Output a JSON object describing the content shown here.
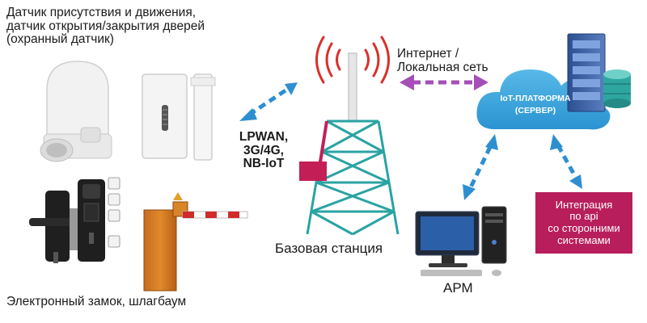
{
  "sensors": {
    "caption": "Датчик присутствия и движения,\nдатчик открытия/закрытия дверей\n(охранный датчик)"
  },
  "devices": {
    "caption": "Электронный замок, шлагбаум"
  },
  "links": {
    "radio": "LPWAN,\n3G/4G,\nNB-IoT",
    "network": "Интернет /\nЛокальная сеть"
  },
  "station": {
    "label": "Базовая станция"
  },
  "platform": {
    "label": "IoT-ПЛАТФОРМА\n(СЕРВЕР)"
  },
  "workstation": {
    "label": "АРМ"
  },
  "integration": {
    "label": "Интеграция\nпо api\nсо сторонними\nсистемами"
  },
  "colors": {
    "arrow": "#2d8fd0",
    "arrow_purple": "#a64eb8",
    "tower": "#2aa3a3",
    "accent": "#c41e56",
    "cloud": "#36a4dc",
    "signal": "#d9312b"
  }
}
